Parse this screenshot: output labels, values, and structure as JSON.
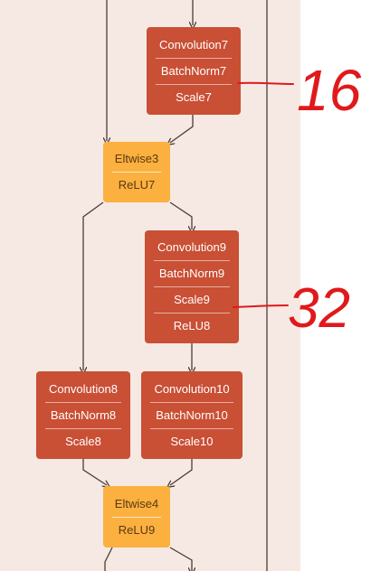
{
  "nodes": {
    "block7": {
      "lines": [
        "Convolution7",
        "BatchNorm7",
        "Scale7"
      ]
    },
    "elt3": {
      "lines": [
        "Eltwise3",
        "ReLU7"
      ]
    },
    "block9": {
      "lines": [
        "Convolution9",
        "BatchNorm9",
        "Scale9",
        "ReLU8"
      ]
    },
    "block8": {
      "lines": [
        "Convolution8",
        "BatchNorm8",
        "Scale8"
      ]
    },
    "block10": {
      "lines": [
        "Convolution10",
        "BatchNorm10",
        "Scale10"
      ]
    },
    "elt4": {
      "lines": [
        "Eltwise4",
        "ReLU9"
      ]
    }
  },
  "annotations": {
    "note16": "16",
    "note32": "32"
  },
  "colors": {
    "background": "#f6e9e3",
    "conv_block": "#c94f35",
    "eltwise_block": "#fbb040",
    "wire": "#4a3d36",
    "annotation": "#e0191c"
  }
}
